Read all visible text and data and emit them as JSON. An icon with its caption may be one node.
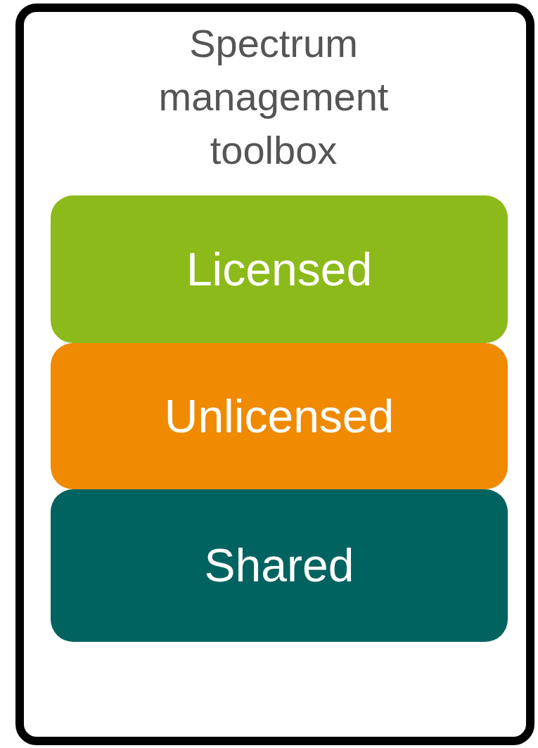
{
  "diagram": {
    "nodes": [
      {
        "text": [
          "Spectrum management toolbox"
        ]
      },
      {
        "text": [
          "Licensed"
        ],
        "in": 0
      },
      {
        "text": [
          "Unlicensed"
        ],
        "in": 0
      },
      {
        "text": [
          "Shared"
        ],
        "in": 0
      }
    ]
  }
}
